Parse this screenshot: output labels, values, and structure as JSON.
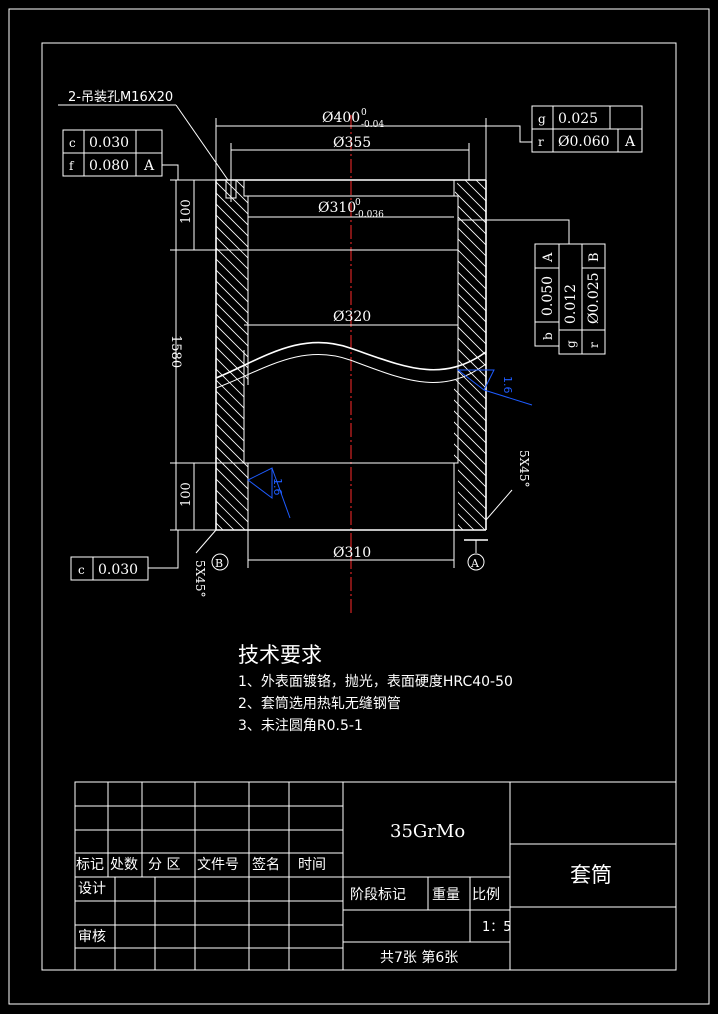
{
  "part_labels": {
    "hoist_holes": "2-吊装孔M16X20",
    "dia_outer": "Ø400",
    "dia_outer_tol_upper": "0",
    "dia_outer_tol_lower": "-0.04",
    "dia_355": "Ø355",
    "dia_inner": "Ø310",
    "dia_inner_tol_upper": "0",
    "dia_inner_tol_lower": "-0.036",
    "dia_320": "Ø320",
    "dia_bottom": "Ø310",
    "len_total": "1580",
    "len_top": "100",
    "len_bottom": "100",
    "chamfer_right": "5X45°",
    "chamfer_left": "5X45°",
    "roughness_1": "1.6",
    "roughness_2": "1.6",
    "datum_a": "A",
    "datum_b": "B"
  },
  "tolerance_frames": {
    "top_left": [
      {
        "symbol": "c",
        "value": "0.030",
        "datum": ""
      },
      {
        "symbol": "f",
        "value": "0.080",
        "datum": "A"
      }
    ],
    "top_right": [
      {
        "symbol": "g",
        "value": "0.025",
        "datum": ""
      },
      {
        "symbol": "r",
        "value": "Ø0.060",
        "datum": "A"
      }
    ],
    "side_right": [
      {
        "symbol": "b",
        "value": "0.050",
        "datum": "A"
      },
      {
        "symbol": "g",
        "value": "0.012",
        "datum": ""
      },
      {
        "symbol": "r",
        "value": "Ø0.025",
        "datum": "B"
      }
    ],
    "bottom_left": [
      {
        "symbol": "c",
        "value": "0.030",
        "datum": ""
      }
    ]
  },
  "requirements": {
    "title": "技术要求",
    "items": [
      "1、外表面镀铬，抛光，表面硬度HRC40-50",
      "2、套筒选用热轧无缝钢管",
      "3、未注圆角R0.5-1"
    ]
  },
  "title_block": {
    "material": "35GrMo",
    "part_name": "套筒",
    "headers": [
      "标记",
      "处数",
      "分 区",
      "文件号",
      "签名",
      "时间"
    ],
    "design": "设计",
    "review": "审核",
    "stage_mark": "阶段标记",
    "weight": "重量",
    "scale_label": "比例",
    "scale_value": "1：5",
    "sheet_info": "共7张 第6张"
  },
  "colors": {
    "background": "#000000",
    "lines": "#ffffff",
    "roughness": "#1e5cff",
    "centerline": "#ff2a2a"
  }
}
